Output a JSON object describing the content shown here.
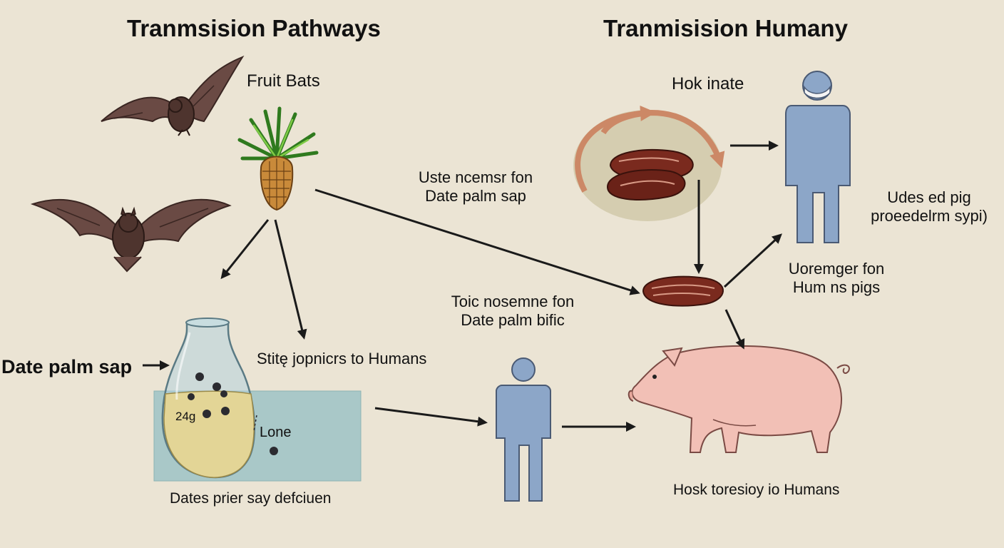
{
  "titles": {
    "left": "Tranmsision Pathways",
    "right": "Tranmisision Humany"
  },
  "labels": {
    "fruit_bats": "Fruit Bats",
    "hok_inate": "Hok inate",
    "route_top_line1": "Uste ncemsr fon",
    "route_top_line2": "Date palm sap",
    "route_mid_line1": "Toic nosemne fon",
    "route_mid_line2": "Date palm bific",
    "spill_to_humans": "Stitę jopnicrs to Humans",
    "date_palm_sap": "Date palm sap",
    "jar_amount": "24g",
    "jar_lone": "Lone",
    "jar_caption": "Dates prier say defciuen",
    "pig_note_line1": "Udes ed pig",
    "pig_note_line2": "proeedelrm sypi)",
    "human_pig_line1": "Uoremger fon",
    "human_pig_line2": "Hum ns pigs",
    "pig_caption": "Hosk toresioy io Humans"
  },
  "colors": {
    "background": "#ebe4d4",
    "bat": "#6a4a44",
    "sap": "#e3d596",
    "water": "#a9c8c8",
    "human": "#8ca6c8",
    "pig": "#f2c0b6",
    "date": "#7a2a1e",
    "loop_arrow": "#cc8866"
  },
  "icons": [
    "fruit-bat-icon",
    "palm-fruit-icon",
    "sap-jar-icon",
    "date-fruit-icon",
    "human-figure-icon",
    "masked-human-icon",
    "pig-icon",
    "arrow-icon",
    "cycle-arrow-icon"
  ]
}
